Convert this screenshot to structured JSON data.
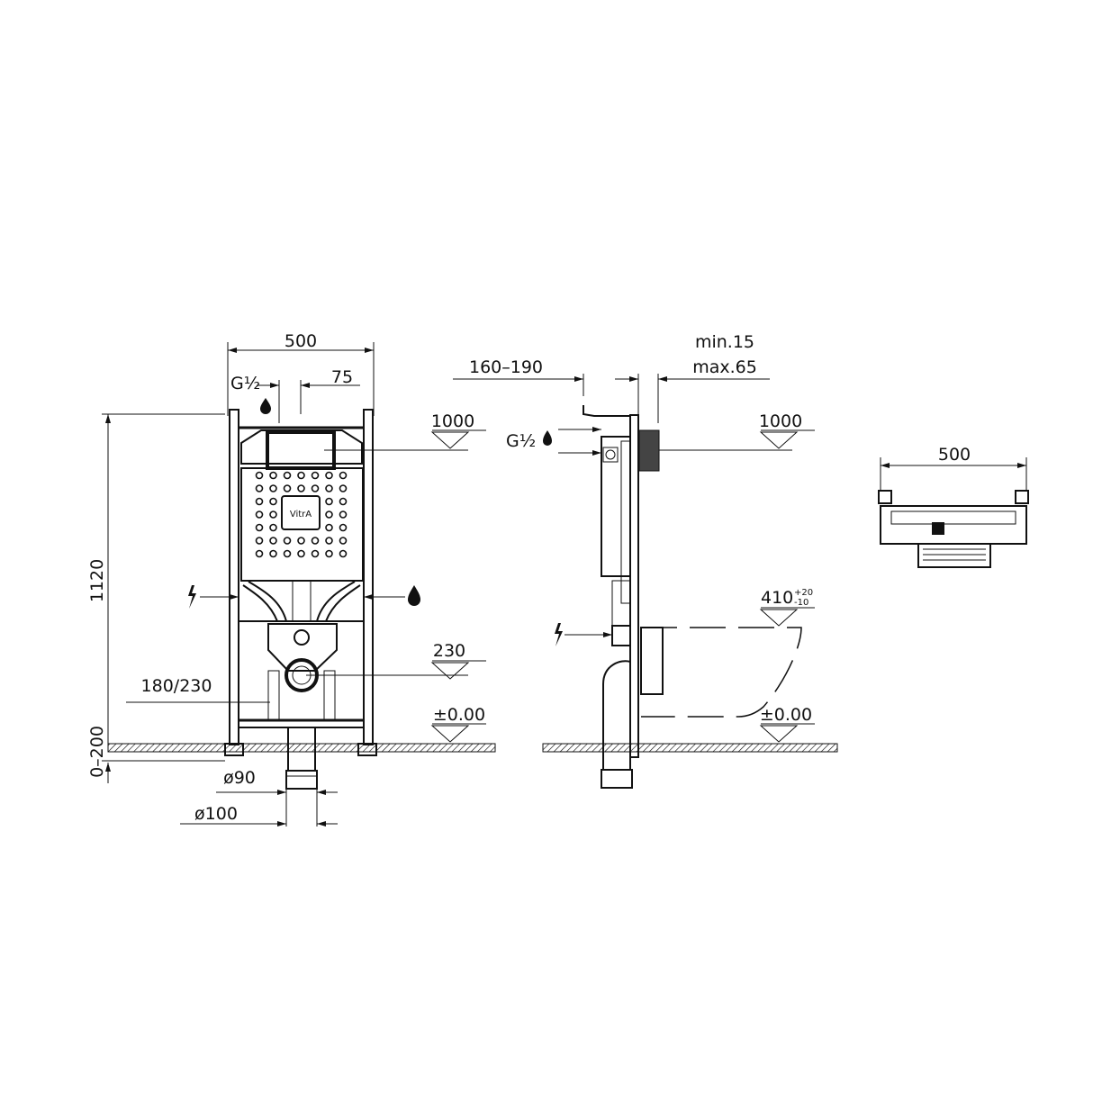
{
  "front_view": {
    "width_label": "500",
    "offset_label": "75",
    "inlet_label": "G½",
    "height_label": "1120",
    "adjust_label": "0–200",
    "actuation_level": "1000",
    "drain_level": "230",
    "floor_level": "±0.00",
    "drain_spacing_label": "180/230",
    "pipe_inner_label": "ø90",
    "pipe_outer_label": "ø100",
    "brand_logo": "VitrA"
  },
  "side_view": {
    "depth_label": "160–190",
    "wall_min_label": "min.15",
    "wall_max_label": "max.65",
    "inlet_label": "G½",
    "actuation_level": "1000",
    "bowl_level_label": "410",
    "bowl_tol_plus": "+20",
    "bowl_tol_minus": "-10",
    "floor_level": "±0.00"
  },
  "top_view": {
    "width_label": "500"
  },
  "icons": [
    "water-drop-icon",
    "electric-bolt-icon",
    "level-triangle-icon"
  ],
  "colors": {
    "ink": "#111111",
    "background": "#ffffff"
  }
}
